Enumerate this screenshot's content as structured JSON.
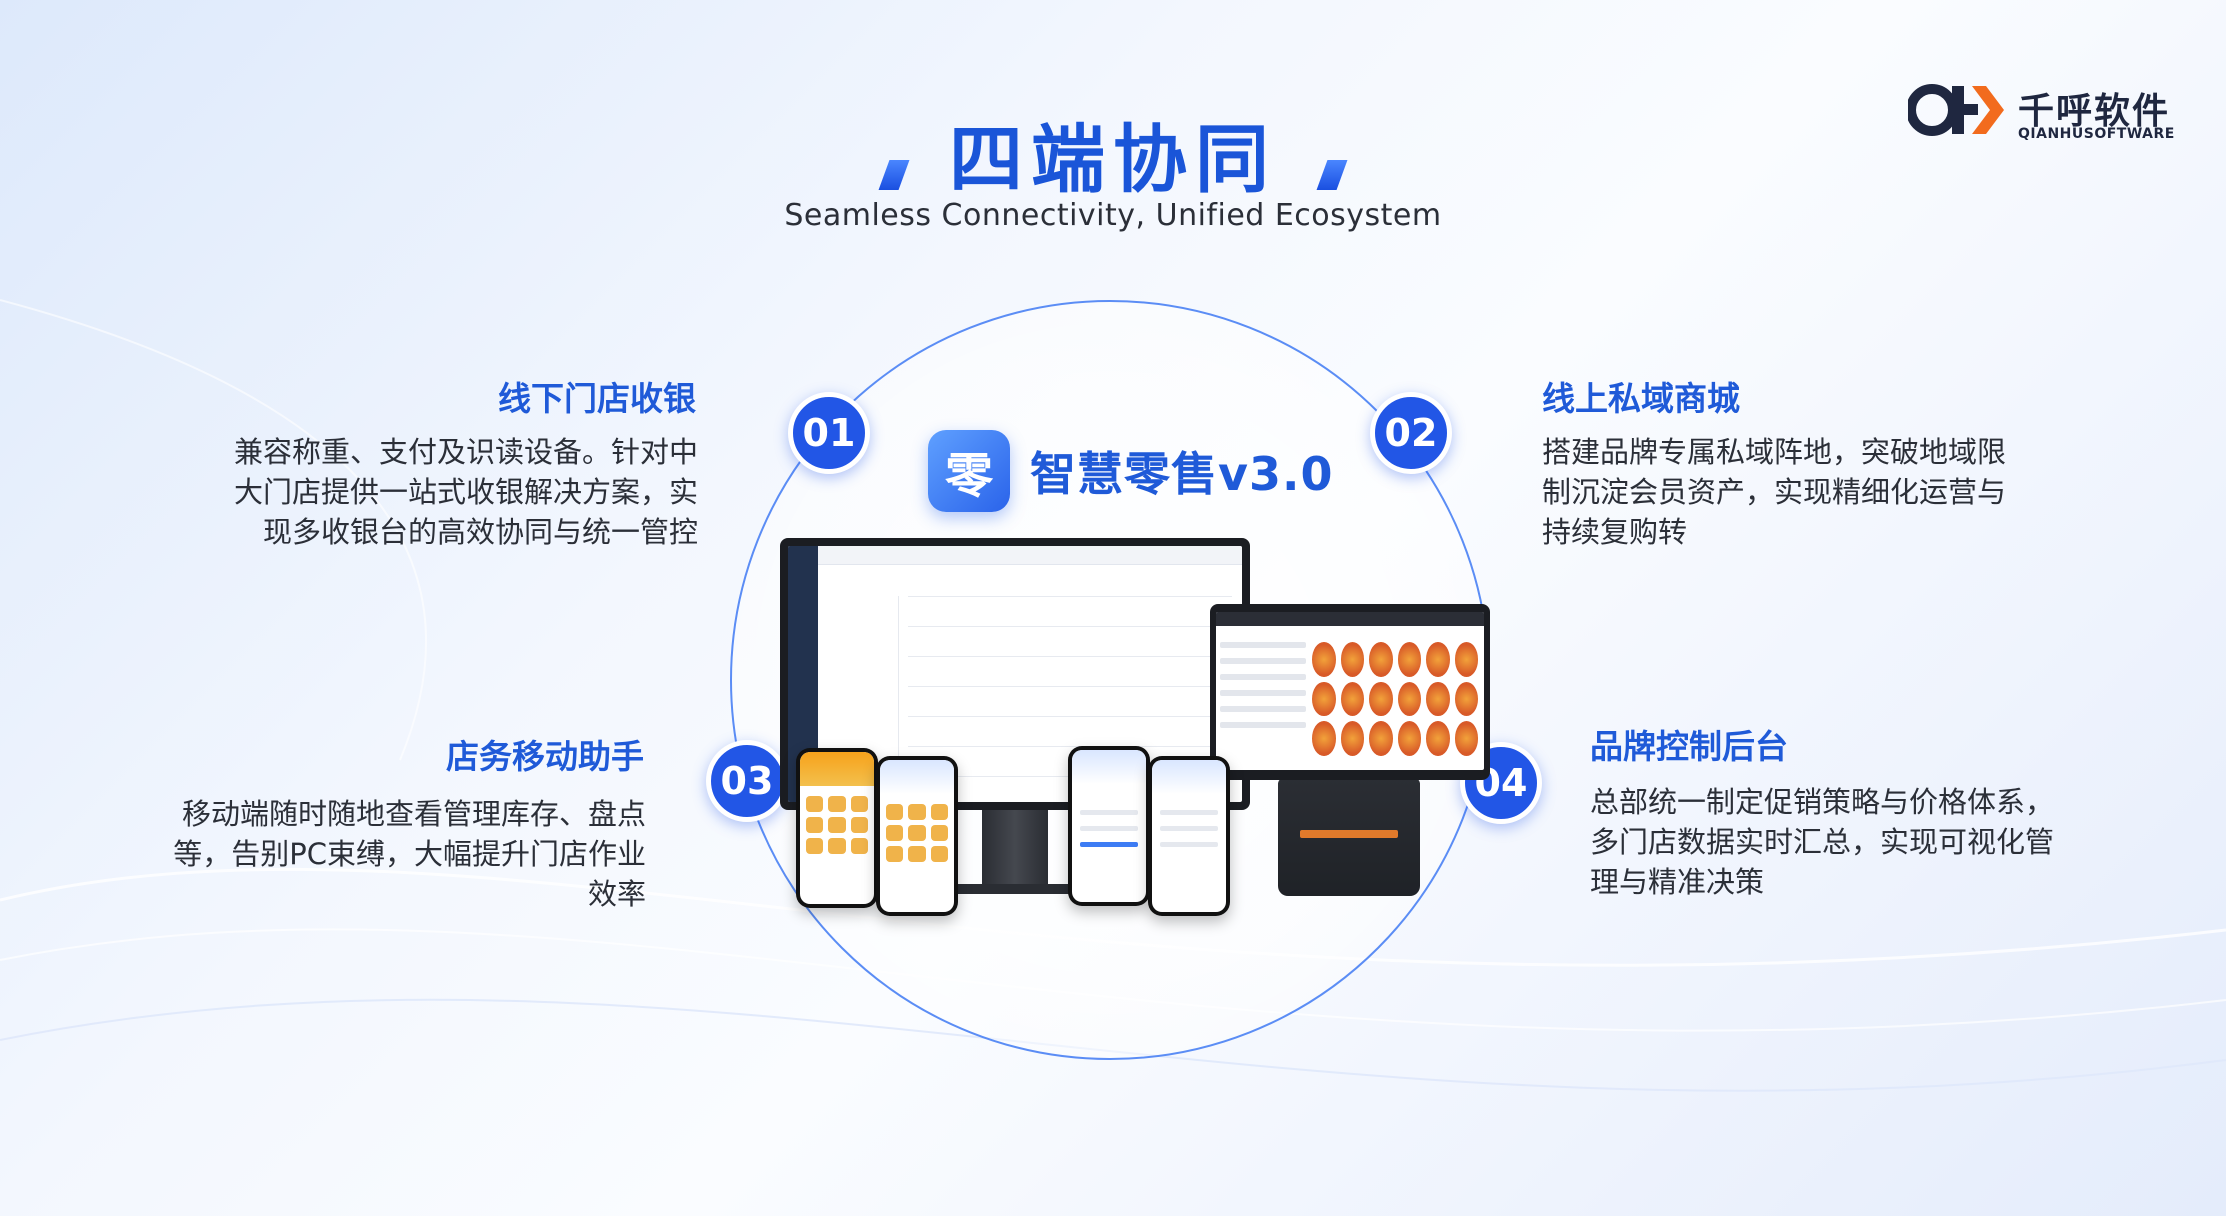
{
  "brand": {
    "name": "千呼软件",
    "sub": "QIANHUSOFTWARE",
    "colors": {
      "primary": "#1f5ad8",
      "badge": "#2256e6",
      "logo_orange": "#f26b1d",
      "logo_dark": "#1f2740"
    }
  },
  "header": {
    "title": "四端协同",
    "subtitle": "Seamless Connectivity, Unified Ecosystem"
  },
  "product": {
    "icon_char": "零",
    "name": "智慧零售v3.0"
  },
  "features": [
    {
      "number": "01",
      "title": "线下门店收银",
      "lines": [
        "兼容称重、支付及识读设备。针对中",
        "大门店提供一站式收银解决方案，实",
        "现多收银台的高效协同与统一管控"
      ]
    },
    {
      "number": "02",
      "title": "线上私域商城",
      "lines": [
        "搭建品牌专属私域阵地，突破地域限",
        "制沉淀会员资产，实现精细化运营与",
        "持续复购转"
      ]
    },
    {
      "number": "03",
      "title": "店务移动助手",
      "lines": [
        "移动端随时随地查看管理库存、盘点",
        "等，告别PC束缚，大幅提升门店作业",
        "效率"
      ]
    },
    {
      "number": "04",
      "title": "品牌控制后台",
      "lines": [
        "总部统一制定促销策略与价格体系，",
        "多门店数据实时汇总，实现可视化管",
        "理与精准决策"
      ]
    }
  ]
}
